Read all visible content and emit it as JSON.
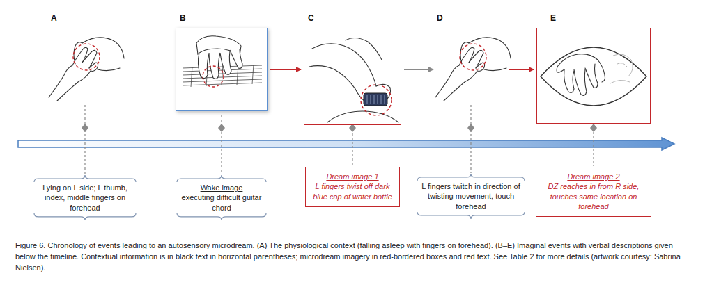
{
  "diagram": {
    "caption": "Figure 6. Chronology of events leading to an autosensory microdream. (A) The physiological context (falling asleep with fingers on forehead). (B–E) Imaginal events with verbal descriptions given below the timeline. Contextual information is in black text in horizontal parentheses; microdream imagery in red-bordered boxes and red text. See Table 2 for more details (artwork courtesy: Sabrina Nielsen).",
    "nodes": [
      {
        "text": [
          "A"
        ]
      },
      {
        "text": [
          "B"
        ]
      },
      {
        "text": [
          "C"
        ]
      },
      {
        "text": [
          "D"
        ]
      },
      {
        "text": [
          "E"
        ]
      },
      {
        "text": [
          "Lying on L side; L thumb, index, middle fingers on forehead"
        ]
      },
      {
        "text": [
          "Wake image",
          "executing difficult guitar chord"
        ]
      },
      {
        "text": [
          "Dream image 1",
          "L fingers twist off dark blue cap of water bottle"
        ]
      },
      {
        "text": [
          "L fingers twitch in direction of twisting movement, touch forehead"
        ]
      },
      {
        "text": [
          "Dream image 2",
          "DZ reaches in from R side, touches same location on forehead"
        ]
      }
    ],
    "edges": [
      {
        "from": 1,
        "to": 2,
        "arrow": "to"
      },
      {
        "from": 2,
        "to": 3,
        "arrow": "to"
      },
      {
        "from": 3,
        "to": 4,
        "arrow": "to"
      },
      {
        "from": 0,
        "to": 5,
        "arrow": "none"
      },
      {
        "from": 1,
        "to": 6,
        "arrow": "none"
      },
      {
        "from": 2,
        "to": 7,
        "arrow": "none"
      },
      {
        "from": 3,
        "to": 8,
        "arrow": "none"
      },
      {
        "from": 4,
        "to": 9,
        "arrow": "none"
      }
    ]
  }
}
